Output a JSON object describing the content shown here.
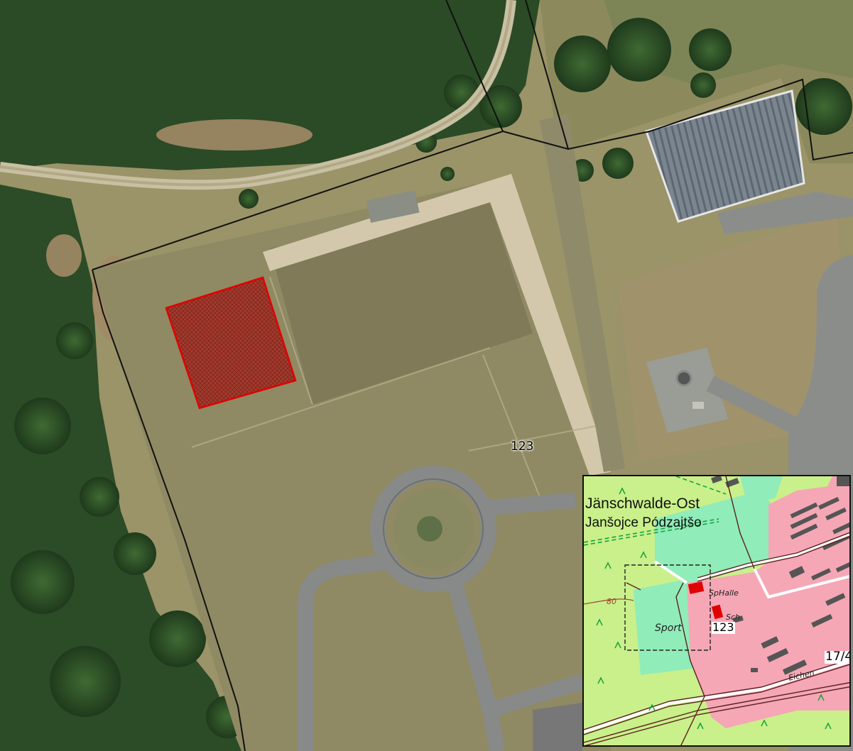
{
  "map": {
    "parcel_label": "123",
    "boundary_color": "#111111",
    "highlight_color": "#e00000"
  },
  "inset": {
    "town_name": "Jänschwalde-Ost",
    "town_name_sorbian": "Janšojce Pódzajtšo",
    "labels": {
      "sport": "Sport",
      "sports_hall": "SpHalle",
      "school": "Sch",
      "parcel": "123",
      "road_number": "17/4",
      "contour": "80",
      "street": "Eichen"
    },
    "colors": {
      "forest": "#c9f08a",
      "meadow": "#90ecb8",
      "settlement": "#f5a7b6",
      "building": "#555555",
      "highlight": "#e00000"
    }
  }
}
